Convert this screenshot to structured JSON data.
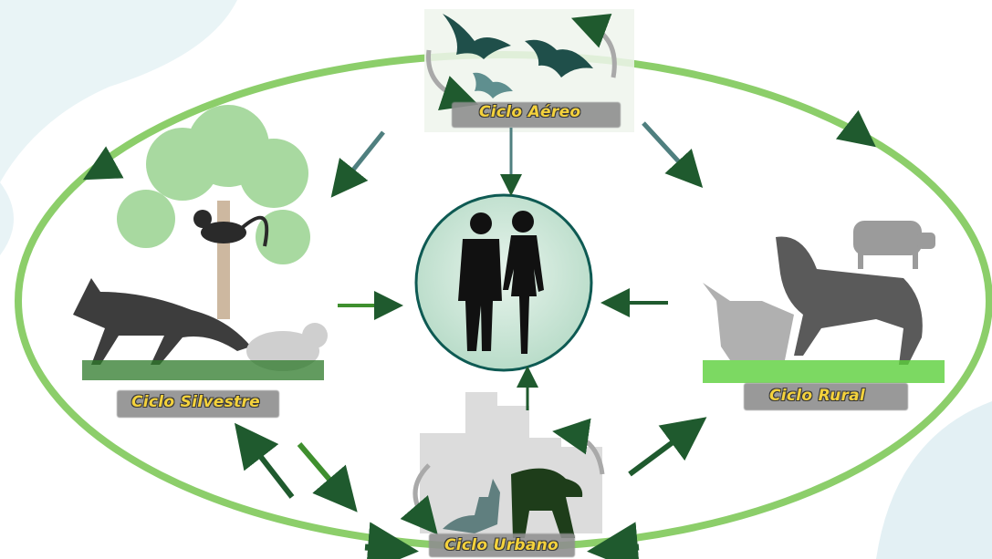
{
  "diagram": {
    "cycles": {
      "aereo": "Ciclo Aéreo",
      "silvestre": "Ciclo Silvestre",
      "rural": "Ciclo Rural",
      "urbano": "Ciclo Urbano"
    },
    "colors": {
      "ellipse": "#8cce6a",
      "arrow_dark": "#1f5a2e",
      "arrow_mid": "#3f8f2e",
      "arrow_teal": "#4f7f7f",
      "label_text": "#f4d23c",
      "human_circle": "#cfe8dc",
      "silhouette": "#111111"
    },
    "icons": [
      "bat-icon",
      "monkey-icon",
      "fox-icon",
      "raccoon-icon",
      "tree-icon",
      "horse-icon",
      "goat-icon",
      "cow-icon",
      "cat-icon",
      "dog-icon",
      "city-icon",
      "man-icon",
      "woman-icon"
    ]
  }
}
